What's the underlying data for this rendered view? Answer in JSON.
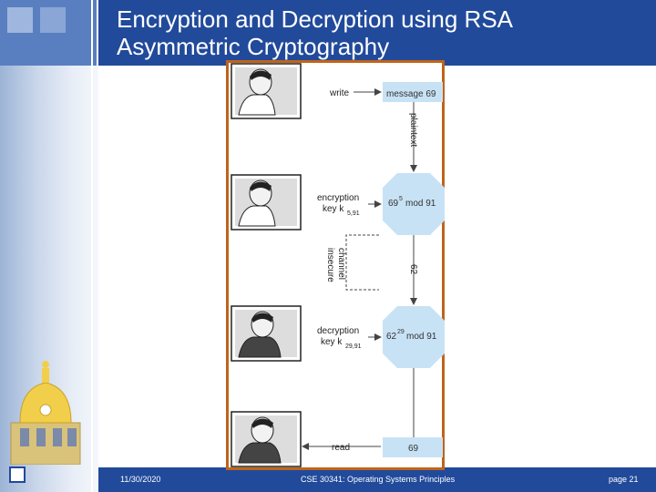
{
  "slide": {
    "title_line1": "Encryption and Decryption using RSA",
    "title_line2": "Asymmetric Cryptography"
  },
  "footer": {
    "date": "11/30/2020",
    "course": "CSE 30341: Operating Systems Principles",
    "page": "page 21"
  },
  "diagram": {
    "write_label": "write",
    "message_label": "message 69",
    "plaintext_label": "plaintext",
    "encryption_label": "encryption",
    "encryption_key_label": "key k",
    "encryption_key_sub": "5,91",
    "encrypt_op_base": "69",
    "encrypt_op_exp": "5",
    "encrypt_op_mod": "mod 91",
    "insecure_channel_label_1": "insecure",
    "insecure_channel_label_2": "channel",
    "ciphertext_value": "62",
    "decryption_label": "decryption",
    "decryption_key_label": "key k",
    "decryption_key_sub": "29,91",
    "decrypt_op_base": "62",
    "decrypt_op_exp": "29",
    "decrypt_op_mod": "mod 91",
    "read_label": "read",
    "result_value": "69"
  },
  "colors": {
    "header": "#214a9b",
    "frame": "#c0641a",
    "box_fill": "#c8e2f5"
  }
}
